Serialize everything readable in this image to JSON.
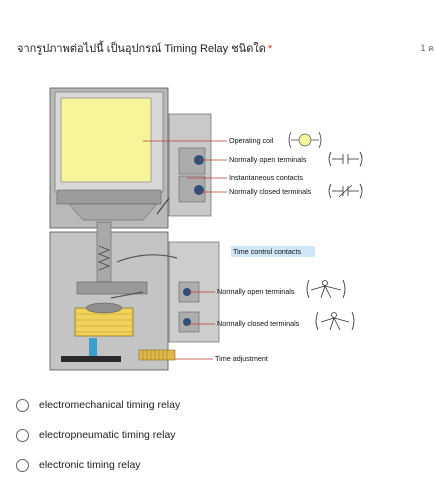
{
  "question": {
    "text": "จากรูปภาพต่อไปนี้ เป็นอุปกรณ์ Timing Relay ชนิดใด",
    "required_mark": "*",
    "points_fragment": "1 ค"
  },
  "diagram": {
    "labels": {
      "operating_coil": "Operating coil",
      "normally_open_1": "Normally open terminals",
      "instantaneous": "Instantaneous contacts",
      "normally_closed_1": "Normally closed terminals",
      "time_control": "Time control contacts",
      "normally_open_2": "Normally open terminals",
      "normally_closed_2": "Normally closed terminals",
      "time_adjustment": "Time adjustment"
    }
  },
  "options": [
    {
      "label": "electromechanical timing relay",
      "selected": false
    },
    {
      "label": "electropneumatic timing relay",
      "selected": false
    },
    {
      "label": "electronic timing relay",
      "selected": false
    }
  ],
  "colors": {
    "required": "#d93025",
    "radio_border": "#5f6368",
    "coil_fill": "#f7f59a",
    "label_highlight": "#cfe6f7"
  }
}
